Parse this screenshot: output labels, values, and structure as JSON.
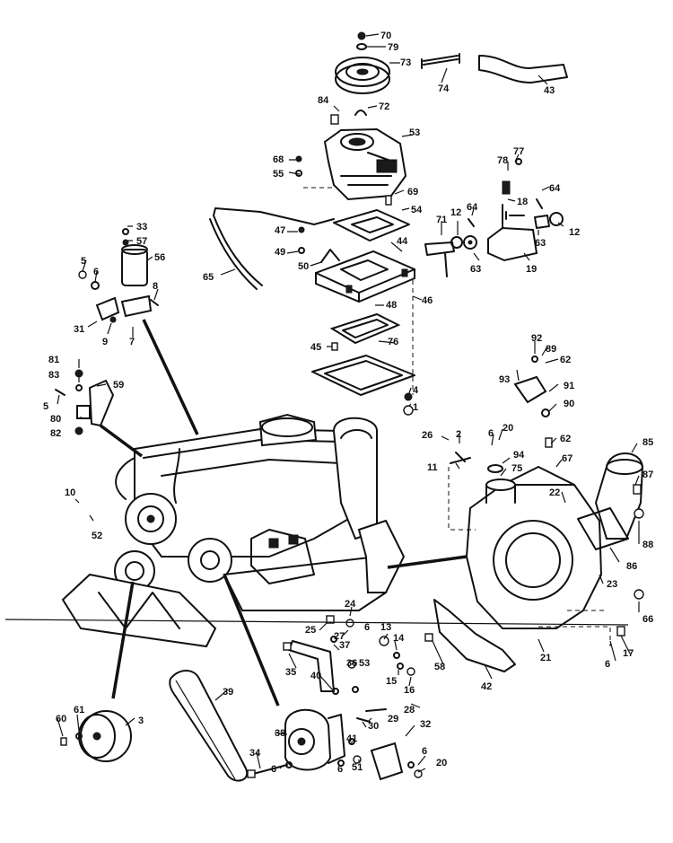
{
  "callouts": [
    {
      "id": "c70",
      "text": "70"
    },
    {
      "id": "c79",
      "text": "79"
    },
    {
      "id": "c73",
      "text": "73"
    },
    {
      "id": "c74",
      "text": "74"
    },
    {
      "id": "c43",
      "text": "43"
    },
    {
      "id": "c84",
      "text": "84"
    },
    {
      "id": "c72",
      "text": "72"
    },
    {
      "id": "c53",
      "text": "53"
    },
    {
      "id": "c68",
      "text": "68"
    },
    {
      "id": "c55",
      "text": "55"
    },
    {
      "id": "c69",
      "text": "69"
    },
    {
      "id": "c54",
      "text": "54"
    },
    {
      "id": "c77",
      "text": "77"
    },
    {
      "id": "c78",
      "text": "78"
    },
    {
      "id": "c64a",
      "text": "64"
    },
    {
      "id": "c18",
      "text": "18"
    },
    {
      "id": "c12a",
      "text": "12"
    },
    {
      "id": "c64b",
      "text": "64"
    },
    {
      "id": "c71",
      "text": "71"
    },
    {
      "id": "c12b",
      "text": "12"
    },
    {
      "id": "c63a",
      "text": "63"
    },
    {
      "id": "c63b",
      "text": "63"
    },
    {
      "id": "c19",
      "text": "19"
    },
    {
      "id": "c33",
      "text": "33"
    },
    {
      "id": "c57",
      "text": "57"
    },
    {
      "id": "c56",
      "text": "56"
    },
    {
      "id": "c47",
      "text": "47"
    },
    {
      "id": "c49",
      "text": "49"
    },
    {
      "id": "c50",
      "text": "50"
    },
    {
      "id": "c44",
      "text": "44"
    },
    {
      "id": "c65",
      "text": "65"
    },
    {
      "id": "c46",
      "text": "46"
    },
    {
      "id": "c5a",
      "text": "5"
    },
    {
      "id": "c6a",
      "text": "6"
    },
    {
      "id": "c8",
      "text": "8"
    },
    {
      "id": "c31",
      "text": "31"
    },
    {
      "id": "c9",
      "text": "9"
    },
    {
      "id": "c7",
      "text": "7"
    },
    {
      "id": "c48",
      "text": "48"
    },
    {
      "id": "c45",
      "text": "45"
    },
    {
      "id": "c76",
      "text": "76"
    },
    {
      "id": "c92",
      "text": "92"
    },
    {
      "id": "c89",
      "text": "89"
    },
    {
      "id": "c62a",
      "text": "62"
    },
    {
      "id": "c93",
      "text": "93"
    },
    {
      "id": "c91",
      "text": "91"
    },
    {
      "id": "c90",
      "text": "90"
    },
    {
      "id": "c81",
      "text": "81"
    },
    {
      "id": "c83",
      "text": "83"
    },
    {
      "id": "c59",
      "text": "59"
    },
    {
      "id": "c5b",
      "text": "5"
    },
    {
      "id": "c80",
      "text": "80"
    },
    {
      "id": "c82",
      "text": "82"
    },
    {
      "id": "c4",
      "text": "4"
    },
    {
      "id": "c1",
      "text": "1"
    },
    {
      "id": "c26",
      "text": "26"
    },
    {
      "id": "c2",
      "text": "2"
    },
    {
      "id": "c20a",
      "text": "20"
    },
    {
      "id": "c6b",
      "text": "6"
    },
    {
      "id": "c62b",
      "text": "62"
    },
    {
      "id": "c85",
      "text": "85"
    },
    {
      "id": "c11",
      "text": "11"
    },
    {
      "id": "c94",
      "text": "94"
    },
    {
      "id": "c75",
      "text": "75"
    },
    {
      "id": "c67",
      "text": "67"
    },
    {
      "id": "c87",
      "text": "87"
    },
    {
      "id": "c10",
      "text": "10"
    },
    {
      "id": "c22",
      "text": "22"
    },
    {
      "id": "c52",
      "text": "52"
    },
    {
      "id": "c88",
      "text": "88"
    },
    {
      "id": "c86",
      "text": "86"
    },
    {
      "id": "c23",
      "text": "23"
    },
    {
      "id": "c24",
      "text": "24"
    },
    {
      "id": "c66",
      "text": "66"
    },
    {
      "id": "c25",
      "text": "25"
    },
    {
      "id": "c27",
      "text": "27"
    },
    {
      "id": "c13",
      "text": "13"
    },
    {
      "id": "c6c",
      "text": "6"
    },
    {
      "id": "c37",
      "text": "37"
    },
    {
      "id": "c14",
      "text": "14"
    },
    {
      "id": "c58",
      "text": "58"
    },
    {
      "id": "c35",
      "text": "35"
    },
    {
      "id": "c36",
      "text": "36"
    },
    {
      "id": "c53b",
      "text": "53"
    },
    {
      "id": "c17",
      "text": "17"
    },
    {
      "id": "c21",
      "text": "21"
    },
    {
      "id": "c6d",
      "text": "6"
    },
    {
      "id": "c15",
      "text": "15"
    },
    {
      "id": "c40",
      "text": "40"
    },
    {
      "id": "c16",
      "text": "16"
    },
    {
      "id": "c42",
      "text": "42"
    },
    {
      "id": "c39",
      "text": "39"
    },
    {
      "id": "c28",
      "text": "28"
    },
    {
      "id": "c29",
      "text": "29"
    },
    {
      "id": "c3",
      "text": "3"
    },
    {
      "id": "c60",
      "text": "60"
    },
    {
      "id": "c61",
      "text": "61"
    },
    {
      "id": "c30",
      "text": "30"
    },
    {
      "id": "c32",
      "text": "32"
    },
    {
      "id": "c38",
      "text": "38"
    },
    {
      "id": "c41",
      "text": "41"
    },
    {
      "id": "c6e",
      "text": "6"
    },
    {
      "id": "c34",
      "text": "34"
    },
    {
      "id": "c6f",
      "text": "6"
    },
    {
      "id": "c6g",
      "text": "6"
    },
    {
      "id": "c51",
      "text": "51"
    },
    {
      "id": "c20b",
      "text": "20"
    }
  ]
}
